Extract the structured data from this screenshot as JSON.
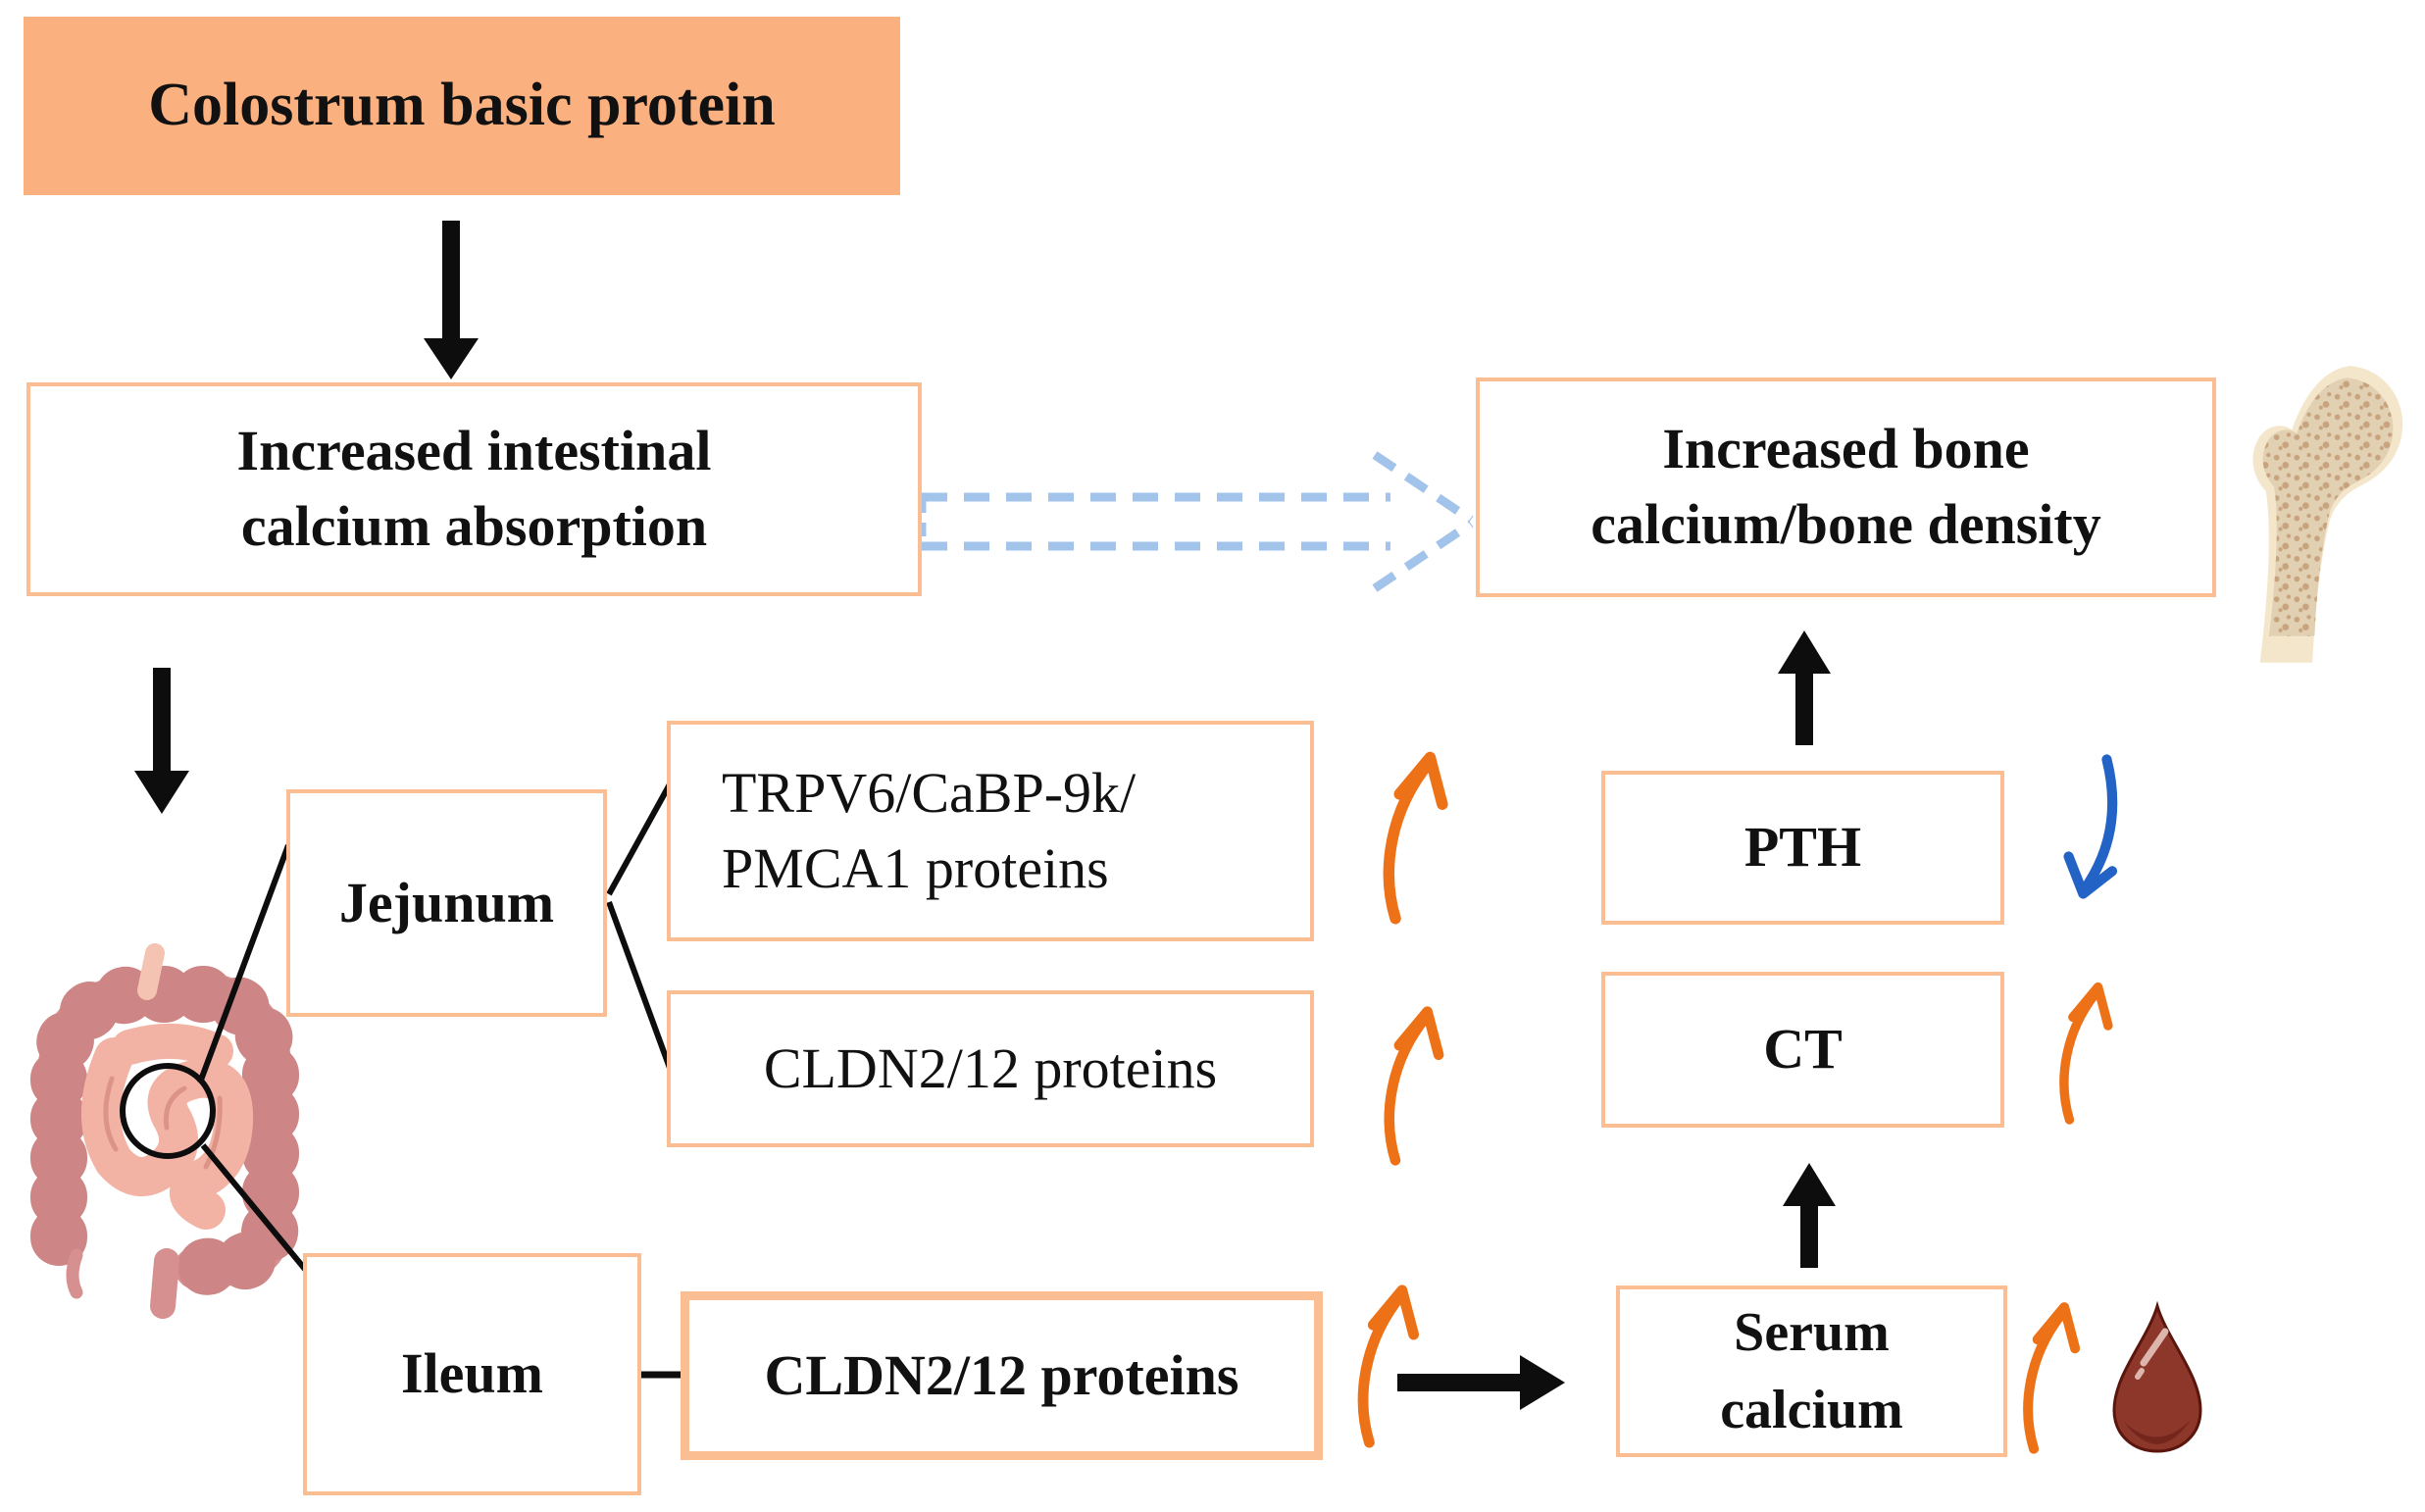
{
  "diagram": {
    "boxes": {
      "colostrum": "Colostrum basic protein",
      "intestinal_line1": "Increased intestinal",
      "intestinal_line2": "calcium absorption",
      "bone_line1": "Increased bone",
      "bone_line2": "calcium/bone density",
      "jejunum": "Jejunum",
      "trpv6_line1": "TRPV6/CaBP-9k/",
      "trpv6_line2": "PMCA1 proteins",
      "cldn2_jejunum": "CLDN2/12 proteins",
      "ileum": "Ileum",
      "cldn2_ileum": "CLDN2/12 proteins",
      "pth": "PTH",
      "ct": "CT",
      "serum_line1": "Serum",
      "serum_line2": "calcium"
    },
    "icons": {
      "intestine": "intestine-illustration",
      "magnifier": "magnifier-circle",
      "bone": "femur-bone-icon",
      "blood": "blood-drop-icon",
      "up_trend": "orange-up-arrow",
      "down_trend": "blue-down-arrow",
      "dashed_link": "dashed-block-arrow"
    },
    "colors": {
      "box_fill_orange": "#FBB080",
      "box_border": "#FBBD92",
      "arrow_black": "#0d0d0d",
      "arrow_orange": "#ED7117",
      "arrow_blue": "#2363C5",
      "dashed_arrow_blue": "#A3C4EA",
      "intestine_colon": "#D69090",
      "intestine_colon_dark": "#CD8585",
      "intestine_small": "#F2B3A5",
      "intestine_small_shadow": "#DC9488",
      "intestine_tail": "#F5C3B2",
      "bone_cortex": "#F3E6CB",
      "bone_inner": "#E2D0B2",
      "bone_speckle": "#C7A37E",
      "blood_drop": "#8D372B",
      "blood_drop_dark": "#6E2118",
      "blood_outline": "#5A160D",
      "blood_highlight": "#DCB6AD"
    }
  }
}
